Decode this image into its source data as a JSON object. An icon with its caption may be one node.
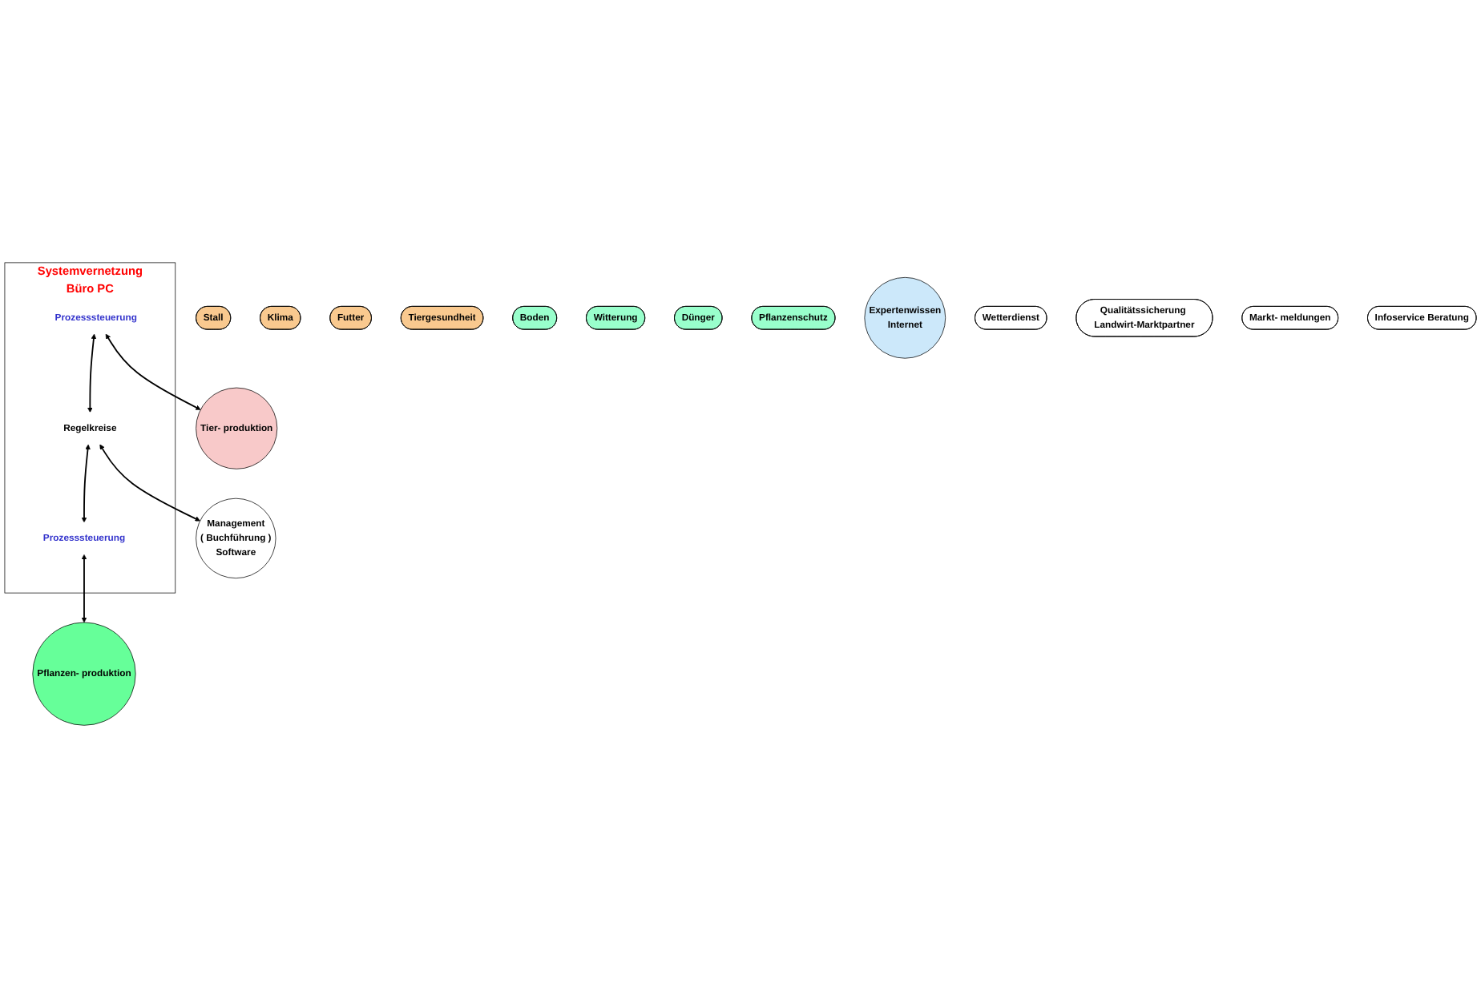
{
  "diagram": {
    "nodes": [
      {
        "text": [
          "Systemvernetzung",
          "Büro PC"
        ]
      },
      {
        "text": [
          "Prozesssteuerung"
        ],
        "in": 0
      },
      {
        "text": [
          "Regelkreise"
        ],
        "in": 0
      },
      {
        "text": [
          "Prozesssteuerung"
        ],
        "in": 0
      },
      {
        "text": [
          "Stall"
        ]
      },
      {
        "text": [
          "Tier- produktion"
        ]
      },
      {
        "text": [
          "Klima"
        ]
      },
      {
        "text": [
          "Futter"
        ]
      },
      {
        "text": [
          "Tiergesundheit"
        ]
      },
      {
        "text": [
          "Management",
          "( Buchführung )",
          "Software"
        ]
      },
      {
        "text": [
          "Boden"
        ]
      },
      {
        "text": [
          "Pflanzen- produktion"
        ]
      },
      {
        "text": [
          "Witterung"
        ]
      },
      {
        "text": [
          "Dünger"
        ]
      },
      {
        "text": [
          "Pflanzenschutz"
        ]
      },
      {
        "text": [
          "Expertenwissen",
          "Internet"
        ]
      },
      {
        "text": [
          "Wetterdienst"
        ]
      },
      {
        "text": [
          "Qualitätssicherung Landwirt-Marktpartner"
        ]
      },
      {
        "text": [
          "Markt- meldungen"
        ]
      },
      {
        "text": [
          "Infoservice Beratung"
        ]
      }
    ],
    "edges": [
      {
        "from": 1,
        "to": 2,
        "arrow": "both"
      },
      {
        "from": 2,
        "to": 3,
        "arrow": "both"
      },
      {
        "from": 1,
        "to": 5,
        "arrow": "both"
      },
      {
        "from": 2,
        "to": 9,
        "arrow": "both"
      },
      {
        "from": 3,
        "to": 11,
        "arrow": "both"
      }
    ]
  }
}
